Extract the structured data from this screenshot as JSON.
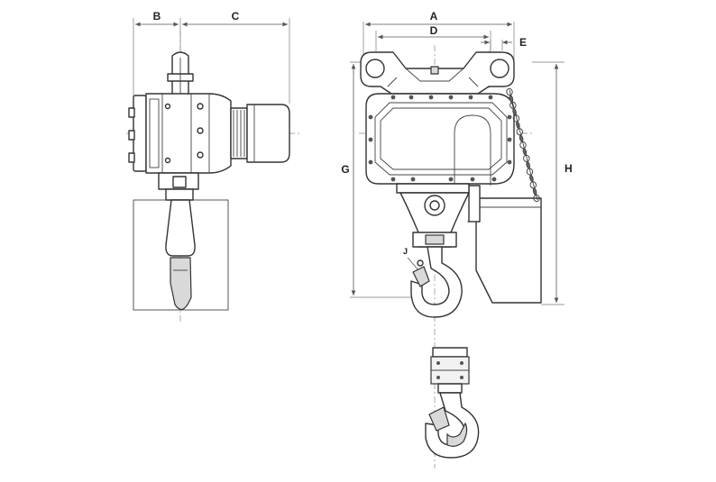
{
  "dimensions": {
    "A": "A",
    "B": "B",
    "C": "C",
    "D": "D",
    "E": "E",
    "G": "G",
    "H": "H",
    "J": "J"
  },
  "colors": {
    "line": "#333333",
    "dimension": "#555555",
    "centerline": "#888888",
    "shade": "#d9d9d9"
  }
}
